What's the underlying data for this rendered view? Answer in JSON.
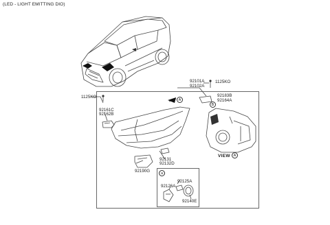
{
  "title": "(LED - LIGHT EMITTING DIO)",
  "parts": {
    "p92101a": "92101A",
    "p92102a": "92102A",
    "p1125ko_top": "1125KO",
    "p1125ko_left": "1125KO",
    "p92183b": "92183B",
    "p92164a": "92164A",
    "p92161c": "92161C",
    "p92162b": "92162B",
    "p92131": "92131",
    "p92132d": "92132D",
    "p92190g": "92190G",
    "p92125a": "92125A",
    "p92126a": "92126A",
    "p92140e": "92140E"
  },
  "callouts": {
    "a_main": "A",
    "b_rear": "B",
    "a_view": "A",
    "a_sub": "a"
  },
  "view_label": "VIEW"
}
